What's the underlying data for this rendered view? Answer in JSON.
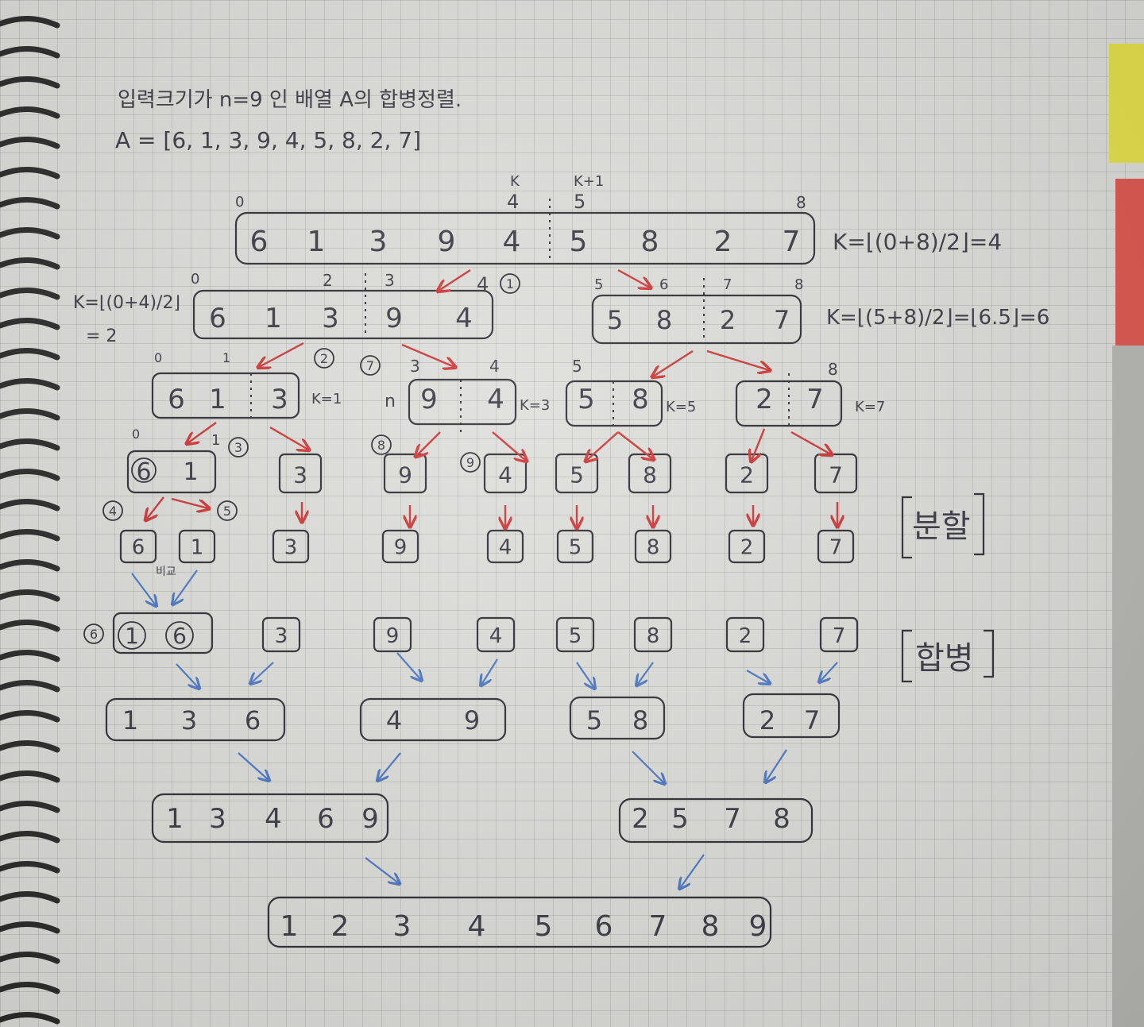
{
  "notes": {
    "title": "입력크기가  n=9  인  배열  A의  합병정렬.",
    "array": "A = [6, 1, 3, 9, 4, 5, 8, 2, 7]",
    "k_mark": "K",
    "k1_mark": "K+1",
    "root_index_0": "0",
    "root_index_4": "4",
    "root_index_5": "5",
    "root_index_8": "8",
    "root_k": "K=⌊(0+8)/2⌋=4",
    "left_k": "K=⌊(0+4)/2⌋",
    "left_k_value": "= 2",
    "l1_index_0": "0",
    "l1_index_2": "2",
    "l1_index_3": "3",
    "l1_index_4": "4",
    "r1_index_5": "5",
    "r1_index_6": "6",
    "r1_index_7": "7",
    "r1_index_8": "8",
    "right_k": "K=⌊(5+8)/2⌋=⌊6.5⌋=6",
    "l2_index_0": "0",
    "l2_index_1": "1",
    "l2_index_3": "3",
    "l2_index_4": "4",
    "l2_index_5": "5",
    "l2_index_8": "8",
    "stray_n": "n",
    "k_l2_a": "K=1",
    "k_l2_b": "K=3",
    "k_l2_c": "K=5",
    "k_l2_d": "K=7",
    "l3_index_0": "0",
    "l3_index_1": "1",
    "split_label": "분할",
    "merge_label": "합병",
    "compare": "비교"
  },
  "levels": {
    "root": [
      "6",
      "1",
      "3",
      "9",
      "4",
      "5",
      "8",
      "2",
      "7"
    ],
    "level1_left": [
      "6",
      "1",
      "3",
      "9",
      "4"
    ],
    "level1_right": [
      "5",
      "8",
      "2",
      "7"
    ],
    "level2": [
      "6",
      "1",
      "3",
      "9",
      "4",
      "5",
      "8",
      "2",
      "7"
    ],
    "level3": [
      "6",
      "1",
      "3",
      "9",
      "4",
      "5",
      "8",
      "2",
      "7"
    ],
    "leaves": [
      "6",
      "1",
      "3",
      "9",
      "4",
      "5",
      "8",
      "2",
      "7"
    ],
    "merge1": [
      "1",
      "6",
      "3",
      "9",
      "4",
      "5",
      "8",
      "2",
      "7"
    ],
    "merge2": [
      "1",
      "3",
      "6",
      "4",
      "9",
      "5",
      "8",
      "2",
      "7"
    ],
    "merge3": [
      "1",
      "3",
      "4",
      "6",
      "9",
      "2",
      "5",
      "7",
      "8"
    ],
    "sorted": [
      "1",
      "2",
      "3",
      "4",
      "5",
      "6",
      "7",
      "8",
      "9"
    ]
  },
  "steps": [
    "1",
    "2",
    "3",
    "4",
    "5",
    "6",
    "7",
    "8",
    "9"
  ],
  "colors": {
    "ink": "#3a3a44",
    "split_arrow": "#cf3535",
    "merge_arrow": "#4c77c4",
    "paper": "#dededb"
  }
}
